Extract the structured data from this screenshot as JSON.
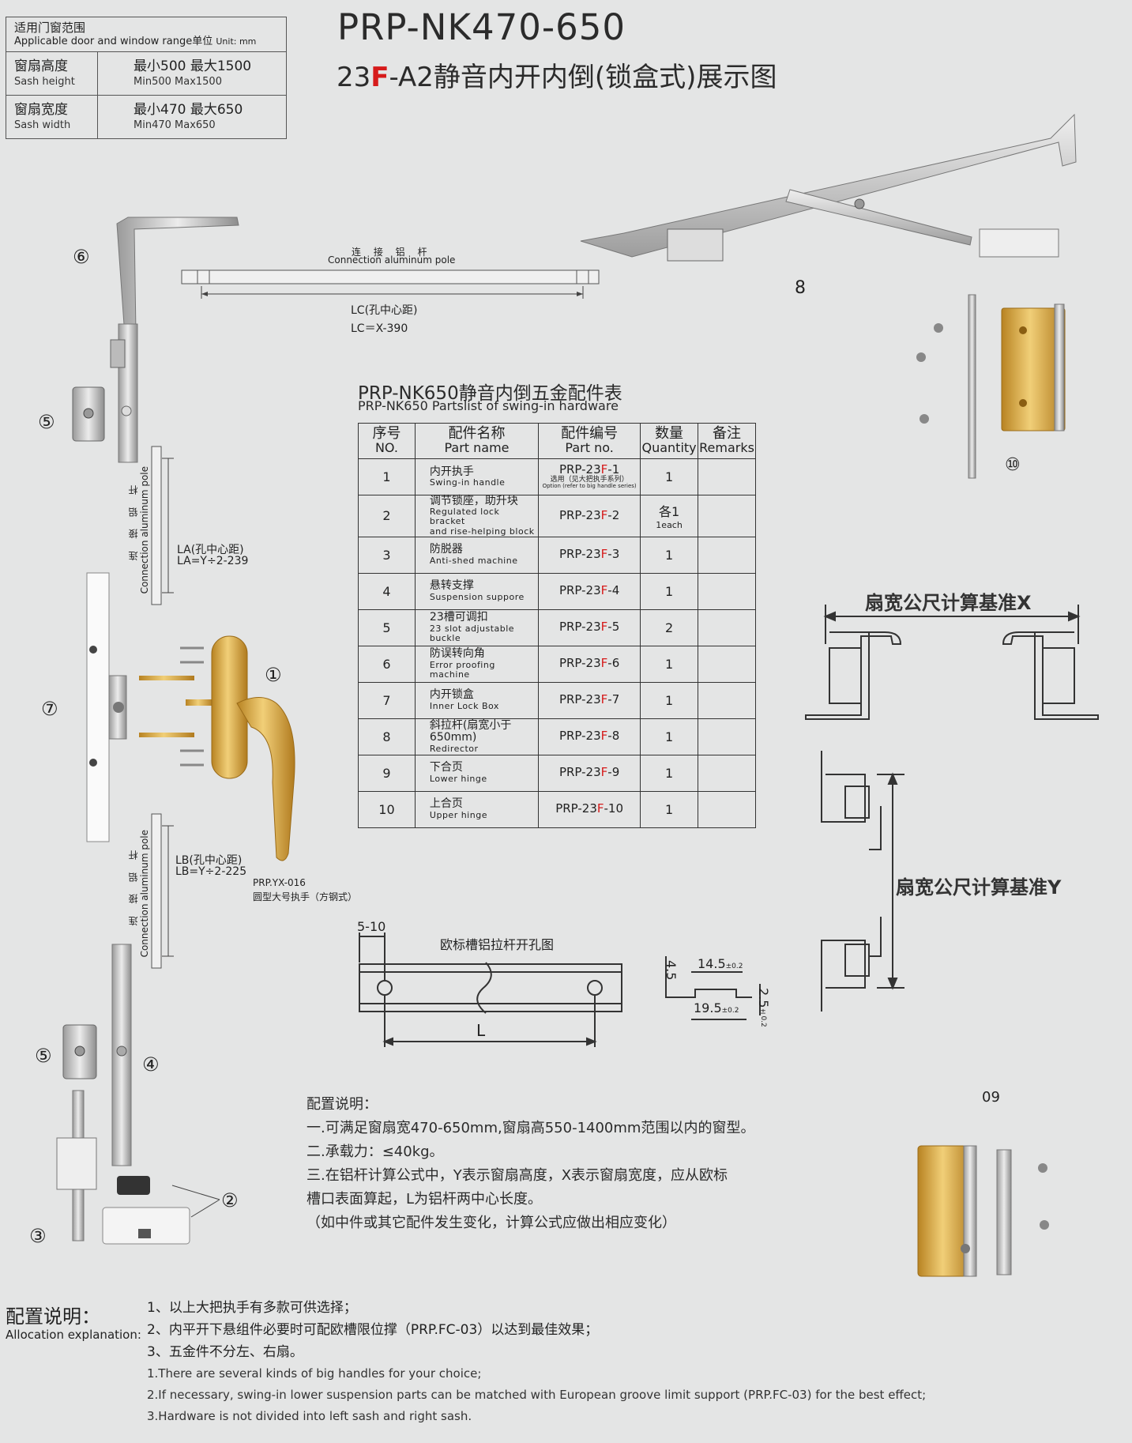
{
  "range": {
    "header_cn": "适用门窗范围",
    "header_en": "Applicable door and window range",
    "unit_cn": "单位",
    "unit_en": "Unit: mm",
    "height_cn": "窗扇高度",
    "height_en": "Sash height",
    "height_val_cn": "最小500  最大1500",
    "height_val_en": "Min500  Max1500",
    "width_cn": "窗扇宽度",
    "width_en": "Sash width",
    "width_val_cn": "最小470  最大650",
    "width_val_en": "Min470  Max650"
  },
  "title": {
    "model": "PRP-NK470-650",
    "sub_prefix": "23",
    "sub_f": "F",
    "sub_rest": "-A2静音内开内倒(锁盒式)展示图"
  },
  "labels": {
    "n6": "⑥",
    "n5a": "⑤",
    "n7": "⑦",
    "n1": "①",
    "n5b": "⑤",
    "n4": "④",
    "n2": "②",
    "n3": "③",
    "n8": "8",
    "n10": "⑩",
    "n09": "09",
    "conn_cn": "连 接 铝 杆",
    "conn_en": "Connection aluminum pole",
    "lc1": "LC(孔中心距)",
    "lc2": "LC＝X-390",
    "la1": "LA(孔中心距)",
    "la2": "LA=Y÷2-239",
    "lb1": "LB(孔中心距)",
    "lb2": "LB=Y÷2-225",
    "handle1": "PRP.YX-016",
    "handle2": "圆型大号执手（方钢式）",
    "vconn_cn": "连 接 铝 杆",
    "vconn_en": "Connection aluminum pole",
    "profile_x": "扇宽公尺计算基准X",
    "profile_y": "扇宽公尺计算基准Y",
    "hole_title": "欧标槽铝拉杆开孔图",
    "dim_510": "5-10",
    "dim_L": "L",
    "dim_45": "4.5",
    "dim_145": "14.5",
    "dim_tol": "±0.2",
    "dim_195": "19.5",
    "dim_25": "2.5"
  },
  "parts_table": {
    "title_cn": "PRP-NK650静音内倒五金配件表",
    "title_en": "PRP-NK650 Partslist of swing-in hardware",
    "headers": [
      {
        "cn": "序号",
        "en": "NO."
      },
      {
        "cn": "配件名称",
        "en": "Part name"
      },
      {
        "cn": "配件编号",
        "en": "Part no."
      },
      {
        "cn": "数量",
        "en": "Quantity"
      },
      {
        "cn": "备注",
        "en": "Remarks"
      }
    ],
    "rows": [
      {
        "no": "1",
        "cn": "内开执手",
        "en": "Swing-in handle",
        "pn_a": "PRP-23",
        "pn_f": "F",
        "pn_b": "-1",
        "pn_note": "选用（见大把执手系列）",
        "pn_note2": "Option (refer to big handle series)",
        "qty": "1",
        "qty_sub": ""
      },
      {
        "no": "2",
        "cn": "调节锁座，助升块",
        "en": "Regulated lock bracket",
        "en2": "and rise-helping block",
        "pn_a": "PRP-23",
        "pn_f": "F",
        "pn_b": "-2",
        "qty": "各1",
        "qty_sub": "1each"
      },
      {
        "no": "3",
        "cn": "防脱器",
        "en": "Anti-shed machine",
        "pn_a": "PRP-23",
        "pn_f": "F",
        "pn_b": "-3",
        "qty": "1"
      },
      {
        "no": "4",
        "cn": "悬转支撑",
        "en": "Suspension suppore",
        "pn_a": "PRP-23",
        "pn_f": "F",
        "pn_b": "-4",
        "qty": "1"
      },
      {
        "no": "5",
        "cn": "23槽可调扣",
        "en": "23 slot adjustable buckle",
        "pn_a": "PRP-23",
        "pn_f": "F",
        "pn_b": "-5",
        "qty": "2"
      },
      {
        "no": "6",
        "cn": "防误转向角",
        "en": "Error proofing machine",
        "pn_a": "PRP-23",
        "pn_f": "F",
        "pn_b": "-6",
        "qty": "1"
      },
      {
        "no": "7",
        "cn": "内开锁盒",
        "en": "Inner Lock Box",
        "pn_a": "PRP-23",
        "pn_f": "F",
        "pn_b": "-7",
        "qty": "1"
      },
      {
        "no": "8",
        "cn": "斜拉杆(扇宽小于650mm)",
        "en": "Redirector",
        "pn_a": "PRP-23",
        "pn_f": "F",
        "pn_b": "-8",
        "qty": "1"
      },
      {
        "no": "9",
        "cn": "下合页",
        "en": "Lower hinge",
        "pn_a": "PRP-23",
        "pn_f": "F",
        "pn_b": "-9",
        "qty": "1"
      },
      {
        "no": "10",
        "cn": "上合页",
        "en": "Upper hinge",
        "pn_a": "PRP-23",
        "pn_f": "F",
        "pn_b": "-10",
        "qty": "1"
      }
    ]
  },
  "config_notes": {
    "heading": "配置说明：",
    "l1": "一.可满足窗扇宽470-650mm,窗扇高550-1400mm范围以内的窗型。",
    "l2": "二.承载力：≤40kg。",
    "l3": "三.在铝杆计算公式中，Y表示窗扇高度，X表示窗扇宽度，应从欧标",
    "l4": "槽口表面算起，L为铝杆两中心长度。",
    "l5": "（如中件或其它配件发生变化，计算公式应做出相应变化）"
  },
  "allocation": {
    "heading_cn": "配置说明：",
    "heading_en": "Allocation explanation:",
    "cn1": "1、以上大把执手有多款可供选择；",
    "cn2": "2、内平开下悬组件必要时可配欧槽限位撑（PRP.FC-03）以达到最佳效果；",
    "cn3": "3、五金件不分左、右扇。",
    "en1": "1.There are several kinds of big handles for your choice;",
    "en2": "2.If necessary, swing-in lower suspension parts can be matched with European groove limit support (PRP.FC-03) for the best effect;",
    "en3": "3.Hardware is not divided into left sash and right sash."
  },
  "colors": {
    "accent": "#d61b1b",
    "background": "#e4e5e5",
    "gold": "#d6a43a",
    "steel": "#c8c8c8"
  }
}
